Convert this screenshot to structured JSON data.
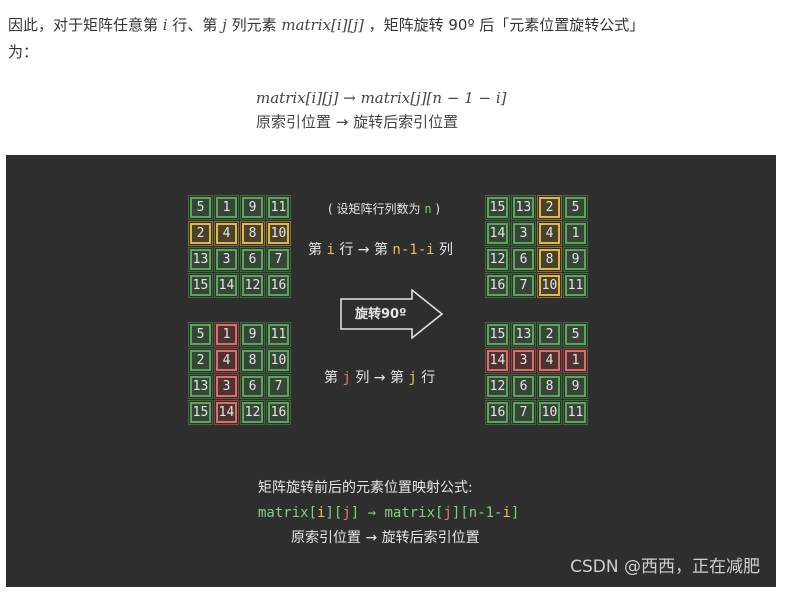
{
  "intro": {
    "p1": "因此，对于矩阵任意第 ",
    "i": "i",
    "p2": " 行、第 ",
    "j": "j",
    "p3": " 列元素 ",
    "elem": "matrix[i][j]",
    "p4": " ，矩阵旋转 90º 后「元素位置旋转公式」",
    "p5": "为："
  },
  "formula": {
    "line1": "matrix[i][j] → matrix[j][n − 1 − i]",
    "line2": "原索引位置 → 旋转后索引位置"
  },
  "diagram": {
    "note_open": "( 设矩阵行列数为 ",
    "note_var": "n",
    "note_close": " )",
    "rule1": {
      "a": "第 ",
      "b": "i",
      "c": " 行 → 第 ",
      "d": "n-1-i",
      "e": " 列"
    },
    "rule2": {
      "a": "第 ",
      "b": "j",
      "c": " 列 → 第 ",
      "d": "j",
      "e": " 行"
    },
    "arrow_label": "旋转90º",
    "caption": "矩阵旋转前后的元素位置映射公式:",
    "code": {
      "a": "matrix[",
      "b": "i",
      "c": "][",
      "d": "j",
      "e": "] → matrix[",
      "f": "j",
      "g": "][n-1-",
      "h": "i",
      "k": "]"
    },
    "code_sub": "原索引位置 → 旋转后索引位置",
    "grids": [
      {
        "id": "top-left",
        "values": [
          [
            "5",
            "1",
            "9",
            "11"
          ],
          [
            "2",
            "4",
            "8",
            "10"
          ],
          [
            "13",
            "3",
            "6",
            "7"
          ],
          [
            "15",
            "14",
            "12",
            "16"
          ]
        ],
        "highlight": "yellow",
        "cells": [
          [
            1,
            0
          ],
          [
            1,
            1
          ],
          [
            1,
            2
          ],
          [
            1,
            3
          ]
        ]
      },
      {
        "id": "top-right",
        "values": [
          [
            "15",
            "13",
            "2",
            "5"
          ],
          [
            "14",
            "3",
            "4",
            "1"
          ],
          [
            "12",
            "6",
            "8",
            "9"
          ],
          [
            "16",
            "7",
            "10",
            "11"
          ]
        ],
        "highlight": "yellow",
        "cells": [
          [
            0,
            2
          ],
          [
            1,
            2
          ],
          [
            2,
            2
          ],
          [
            3,
            2
          ]
        ]
      },
      {
        "id": "bottom-left",
        "values": [
          [
            "5",
            "1",
            "9",
            "11"
          ],
          [
            "2",
            "4",
            "8",
            "10"
          ],
          [
            "13",
            "3",
            "6",
            "7"
          ],
          [
            "15",
            "14",
            "12",
            "16"
          ]
        ],
        "highlight": "red",
        "cells": [
          [
            0,
            1
          ],
          [
            1,
            1
          ],
          [
            2,
            1
          ],
          [
            3,
            1
          ]
        ]
      },
      {
        "id": "bottom-right",
        "values": [
          [
            "15",
            "13",
            "2",
            "5"
          ],
          [
            "14",
            "3",
            "4",
            "1"
          ],
          [
            "12",
            "6",
            "8",
            "9"
          ],
          [
            "16",
            "7",
            "10",
            "11"
          ]
        ],
        "highlight": "red",
        "cells": [
          [
            1,
            0
          ],
          [
            1,
            1
          ],
          [
            1,
            2
          ],
          [
            1,
            3
          ]
        ]
      }
    ]
  },
  "watermark": "CSDN @西西，正在减肥",
  "colors": {
    "panel_bg": "#2e2e2e",
    "cell_border": "#5da45d",
    "highlight_yellow": "#e0b84a",
    "highlight_red": "#d9706a",
    "accent_green": "#7fd07f"
  }
}
